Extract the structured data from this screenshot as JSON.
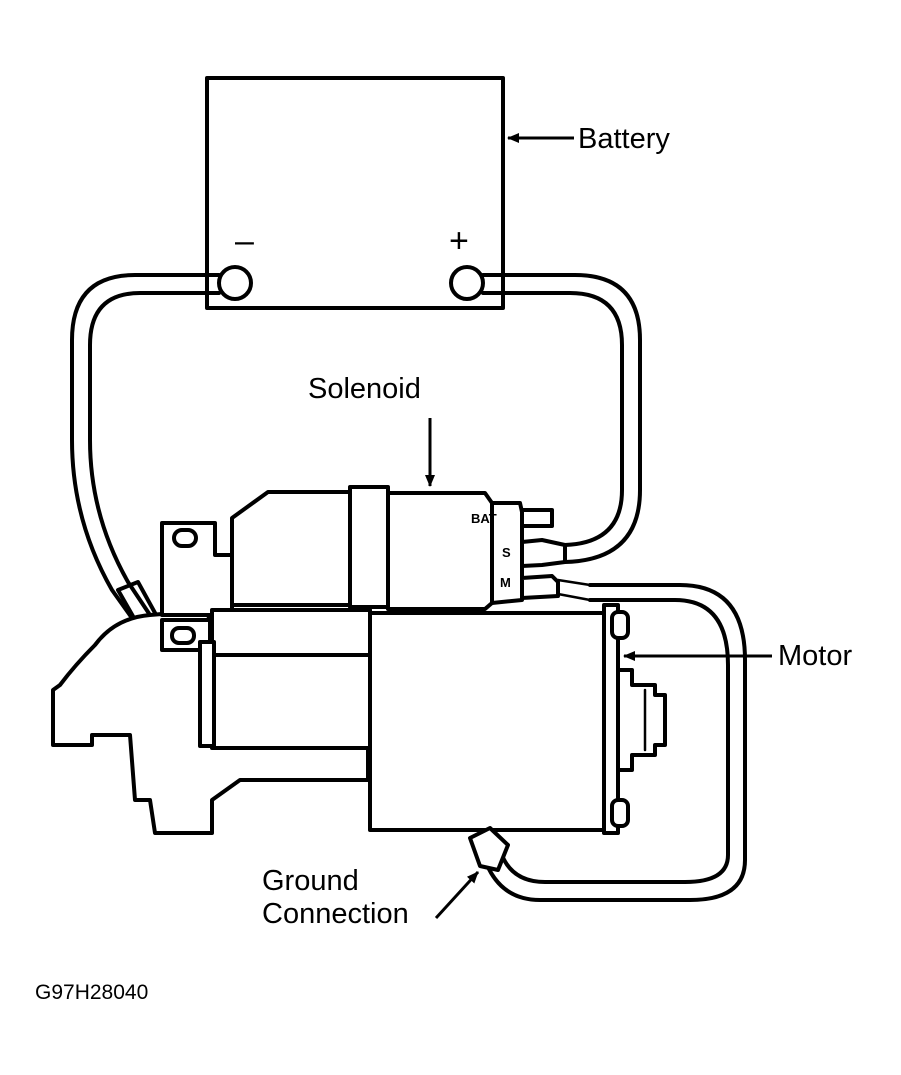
{
  "labels": {
    "battery": "Battery",
    "solenoid": "Solenoid",
    "motor": "Motor",
    "ground_line1": "Ground",
    "ground_line2": "Connection",
    "figure_code": "G97H28040"
  },
  "battery_terminals": {
    "negative": "–",
    "positive": "+"
  },
  "solenoid_terminals": {
    "bat": "BAT",
    "s": "S",
    "m": "M"
  },
  "colors": {
    "ink": "#000000",
    "background": "#ffffff"
  }
}
